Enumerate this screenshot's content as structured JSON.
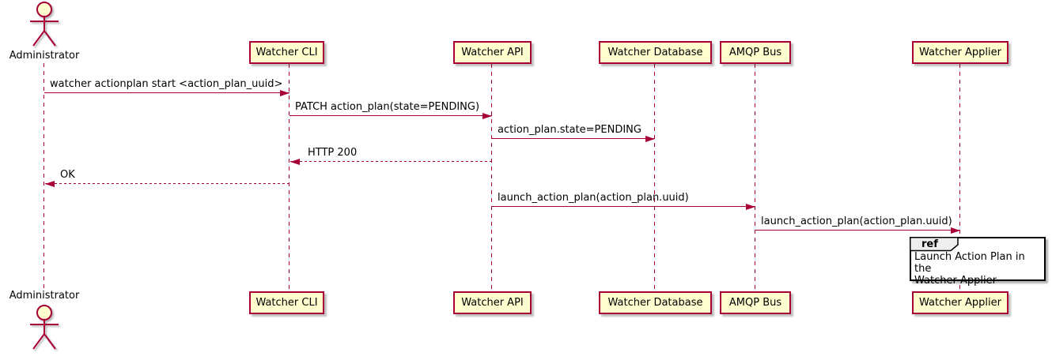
{
  "actor": {
    "label": "Administrator"
  },
  "participants": [
    {
      "id": "watcher-cli",
      "label": "Watcher CLI"
    },
    {
      "id": "watcher-api",
      "label": "Watcher API"
    },
    {
      "id": "watcher-database",
      "label": "Watcher Database"
    },
    {
      "id": "amqp-bus",
      "label": "AMQP Bus"
    },
    {
      "id": "watcher-applier",
      "label": "Watcher Applier"
    }
  ],
  "messages": [
    {
      "from": "Administrator",
      "to": "Watcher CLI",
      "text": "watcher actionplan start <action_plan_uuid>",
      "line": "solid",
      "direction": "right"
    },
    {
      "from": "Watcher CLI",
      "to": "Watcher API",
      "text": "PATCH action_plan(state=PENDING)",
      "line": "solid",
      "direction": "right"
    },
    {
      "from": "Watcher API",
      "to": "Watcher Database",
      "text": "action_plan.state=PENDING",
      "line": "solid",
      "direction": "right"
    },
    {
      "from": "Watcher API",
      "to": "Watcher CLI",
      "text": "HTTP 200",
      "line": "dashed",
      "direction": "left"
    },
    {
      "from": "Watcher CLI",
      "to": "Administrator",
      "text": "OK",
      "line": "dashed",
      "direction": "left"
    },
    {
      "from": "Watcher API",
      "to": "AMQP Bus",
      "text": "launch_action_plan(action_plan.uuid)",
      "line": "solid",
      "direction": "right"
    },
    {
      "from": "AMQP Bus",
      "to": "Watcher Applier",
      "text": "launch_action_plan(action_plan.uuid)",
      "line": "solid",
      "direction": "right"
    }
  ],
  "ref": {
    "keyword": "ref",
    "text_line1": "Launch Action Plan in the",
    "text_line2": "Watcher Applier",
    "over": "Watcher Applier"
  },
  "colors": {
    "accent": "#A80036",
    "participant_fill": "#FEFECE",
    "ref_header_fill": "#EEEEEE",
    "ref_body_fill": "#FFFFFF",
    "text": "#000000"
  }
}
